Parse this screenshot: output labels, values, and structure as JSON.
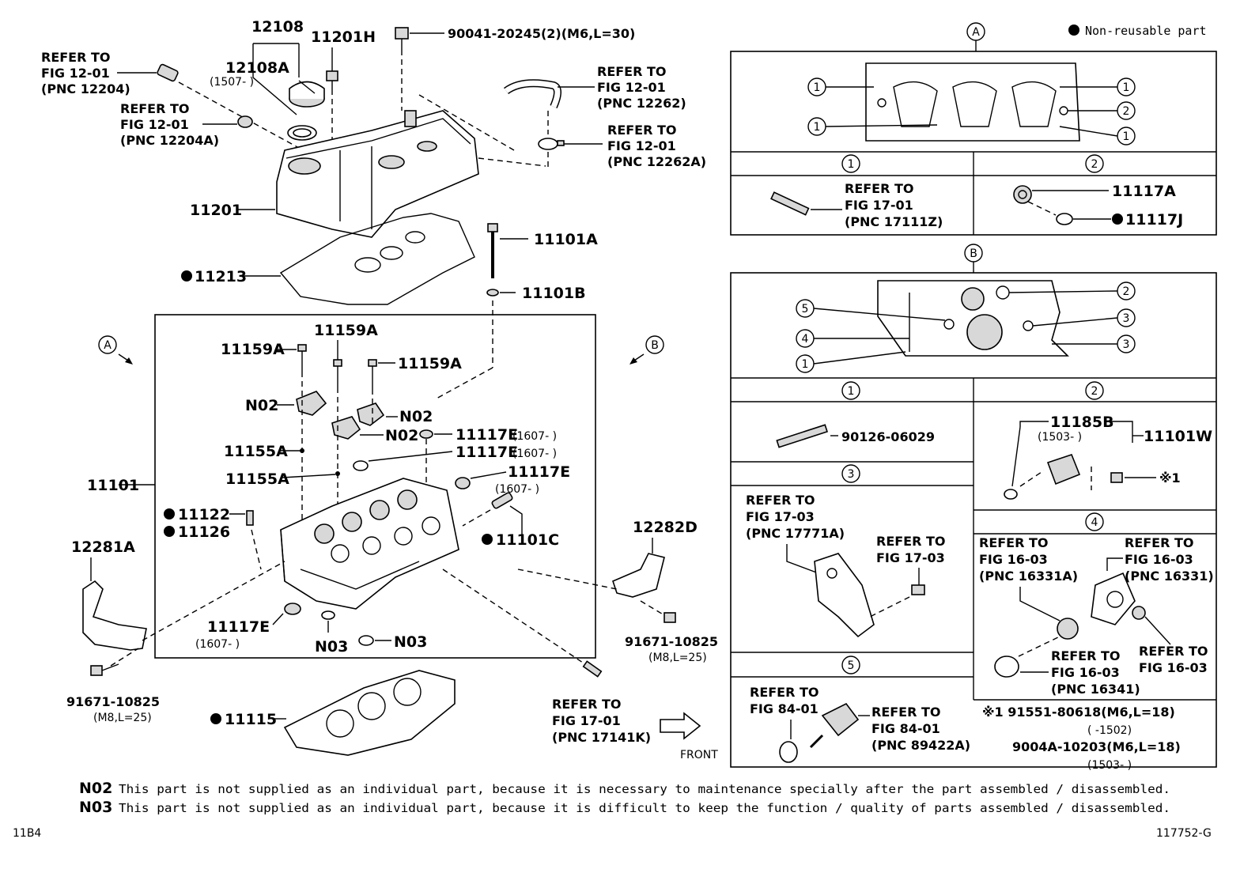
{
  "legend": {
    "non_reusable": "Non-reusable part"
  },
  "labels": {
    "p12108": "12108",
    "p12108A": "12108A",
    "p12108A_range": "(1507-      )",
    "p11201H": "11201H",
    "p90041": "90041-20245(2)(M6,L=30)",
    "ref12204_1": "REFER TO",
    "ref12204_2": "FIG 12-01",
    "ref12204_3": "(PNC 12204)",
    "ref12204A_1": "REFER TO",
    "ref12204A_2": "FIG 12-01",
    "ref12204A_3": "(PNC 12204A)",
    "ref12262_1": "REFER TO",
    "ref12262_2": "FIG 12-01",
    "ref12262_3": "(PNC 12262)",
    "ref12262A_1": "REFER TO",
    "ref12262A_2": "FIG 12-01",
    "ref12262A_3": "(PNC 12262A)",
    "p11201": "11201",
    "p11213": "11213",
    "p11101A": "11101A",
    "p11101B": "11101B",
    "p11159A_1": "11159A",
    "p11159A_2": "11159A",
    "p11159A_3": "11159A",
    "n02_1": "N02",
    "n02_2": "N02",
    "n02_3": "N02",
    "p11117E_1": "11117E",
    "p11117E_1r": "(1607-      )",
    "p11117E_2": "11117E",
    "p11117E_2r": "(1607-      )",
    "p11117E_3": "11117E",
    "p11117E_3r": "(1607-      )",
    "p11117E_4": "11117E",
    "p11117E_4r": "(1607-      )",
    "p11155A_1": "11155A",
    "p11155A_2": "11155A",
    "p11101": "11101",
    "p11122": "11122",
    "p11126": "11126",
    "p11101C": "11101C",
    "p12281A": "12281A",
    "p12282D": "12282D",
    "n03_1": "N03",
    "n03_2": "N03",
    "p91671_1": "91671-10825",
    "p91671_1s": "(M8,L=25)",
    "p91671_2": "91671-10825",
    "p91671_2s": "(M8,L=25)",
    "p11115": "11115",
    "ref17141K_1": "REFER TO",
    "ref17141K_2": "FIG 17-01",
    "ref17141K_3": "(PNC 17141K)",
    "front": "FRONT",
    "view_a": "A",
    "view_b": "B"
  },
  "panel_a": {
    "title": "A",
    "cell1_num": "1",
    "cell2_num": "2",
    "ref_1": "REFER TO",
    "ref_2": "FIG 17-01",
    "ref_3": "(PNC 17111Z)",
    "p11117A": "11117A",
    "p11117J": "11117J",
    "callouts": [
      "1",
      "1",
      "1",
      "2",
      "1"
    ]
  },
  "panel_b": {
    "title": "B",
    "callouts": [
      "5",
      "4",
      "1",
      "2",
      "3",
      "3"
    ],
    "c1": "1",
    "c2": "2",
    "c3": "3",
    "c4": "4",
    "c5": "5",
    "p90126": "90126-06029",
    "p11185B": "11185B",
    "p11185B_range": "(1503-      )",
    "p11101W": "11101W",
    "star1": "※1",
    "c3_ref1_1": "REFER TO",
    "c3_ref1_2": "FIG 17-03",
    "c3_ref1_3": "(PNC 17771A)",
    "c3_ref2_1": "REFER TO",
    "c3_ref2_2": "FIG 17-03",
    "c4_ref1_1": "REFER TO",
    "c4_ref1_2": "FIG 16-03",
    "c4_ref1_3": "(PNC 16331A)",
    "c4_ref2_1": "REFER TO",
    "c4_ref2_2": "FIG 16-03",
    "c4_ref2_3": "(PNC 16331)",
    "c4_ref3_1": "REFER TO",
    "c4_ref3_2": "FIG 16-03",
    "c4_ref3_3": "(PNC 16341)",
    "c4_ref4_1": "REFER TO",
    "c4_ref4_2": "FIG 16-03",
    "c5_ref1_1": "REFER TO",
    "c5_ref1_2": "FIG 84-01",
    "c5_ref2_1": "REFER TO",
    "c5_ref2_2": "FIG 84-01",
    "c5_ref2_3": "(PNC 89422A)"
  },
  "footnote_star": {
    "line1": "※1 91551-80618(M6,L=18)",
    "line2": "(      -1502)",
    "line3": "9004A-10203(M6,L=18)",
    "line4": "(1503-      )"
  },
  "notes": [
    {
      "code": "N02",
      "text": "This part is not supplied as an individual part, because it is necessary to maintenance specially after the part assembled / disassembled."
    },
    {
      "code": "N03",
      "text": "This part is not supplied as an individual part, because it is difficult to keep the function / quality of parts assembled / disassembled."
    }
  ],
  "page_code": "11B4",
  "figure_id": "117752-G"
}
